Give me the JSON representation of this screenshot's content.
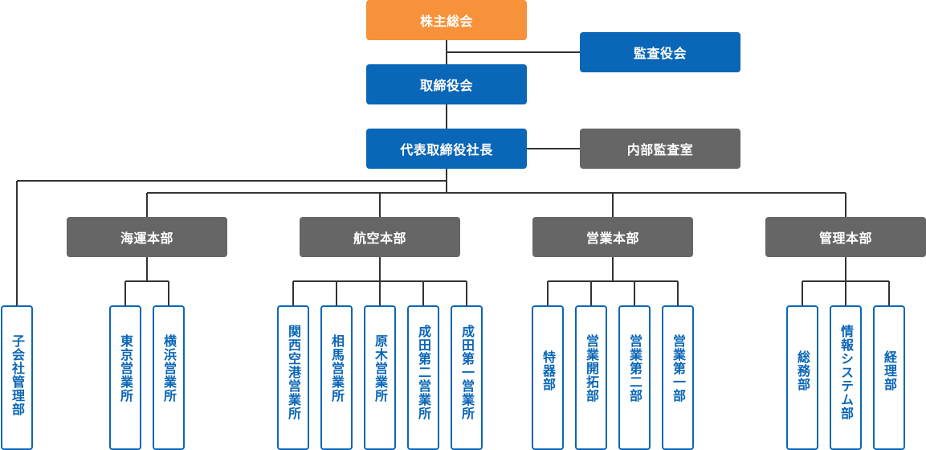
{
  "top": {
    "shareholders": "株主総会",
    "auditors": "監査役会",
    "board": "取締役会",
    "president": "代表取締役社長",
    "internal_audit": "内部監査室"
  },
  "divisions": {
    "marine": "海運本部",
    "air": "航空本部",
    "sales": "営業本部",
    "admin": "管理本部"
  },
  "units": {
    "subsidiary": "子会社管理部",
    "tokyo": "東京営業所",
    "yokohama": "横浜営業所",
    "kansai": "関西空港営業所",
    "sagami": "相馬営業所",
    "atsugi": "原木営業所",
    "narita2": "成田第二営業所",
    "narita1": "成田第一営業所",
    "special": "特器部",
    "development": "営業開拓部",
    "sales2": "営業第二部",
    "sales1": "営業第一部",
    "general_affairs": "総務部",
    "info_systems": "情報システム部",
    "accounting": "経理部"
  },
  "colors": {
    "orange": "#f7923a",
    "blue": "#0a66b7",
    "gray": "#666666",
    "line": "#333333"
  }
}
